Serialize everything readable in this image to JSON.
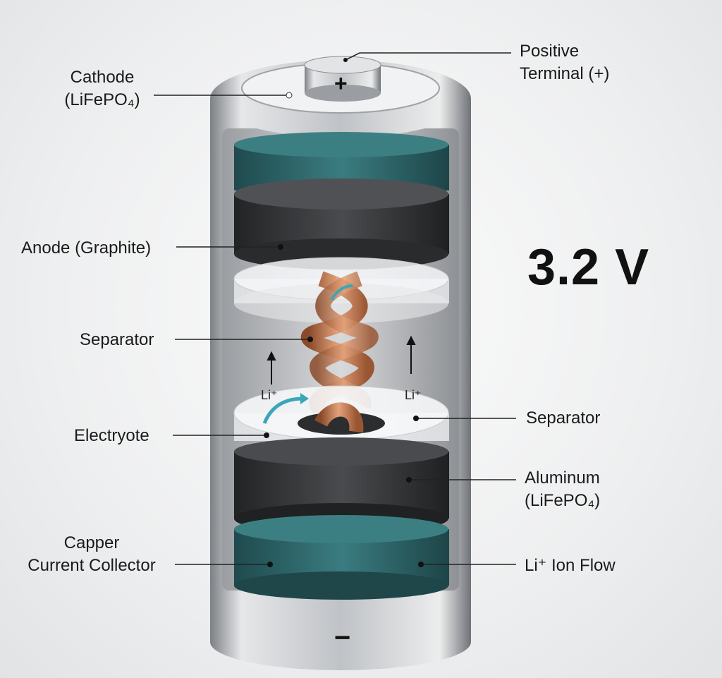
{
  "diagram": {
    "voltage": "3.2 V",
    "terminal_plus": "+",
    "terminal_minus": "−",
    "ion_label_left": "Li⁺",
    "ion_label_right": "Li⁺",
    "labels": {
      "cathode_line1": "Cathode",
      "cathode_line2": "(LiFePO₄)",
      "positive_line1": "Positive",
      "positive_line2": "Terminal (+)",
      "anode": "Anode (Graphite)",
      "separator_left": "Separator",
      "electrolyte": "Electryote",
      "collector_line1": "Capper",
      "collector_line2": "Current Collector",
      "separator_right": "Separator",
      "aluminum_line1": "Aluminum",
      "aluminum_line2": "(LiFePO₄)",
      "ion_flow": "Li⁺ Ion Flow"
    },
    "colors": {
      "teal": "#2f6b6e",
      "graphite": "#3a3b3d",
      "copper": "#c47a4e",
      "metal": "#b9bcc0",
      "ion_arrow": "#3aa6b8"
    }
  }
}
